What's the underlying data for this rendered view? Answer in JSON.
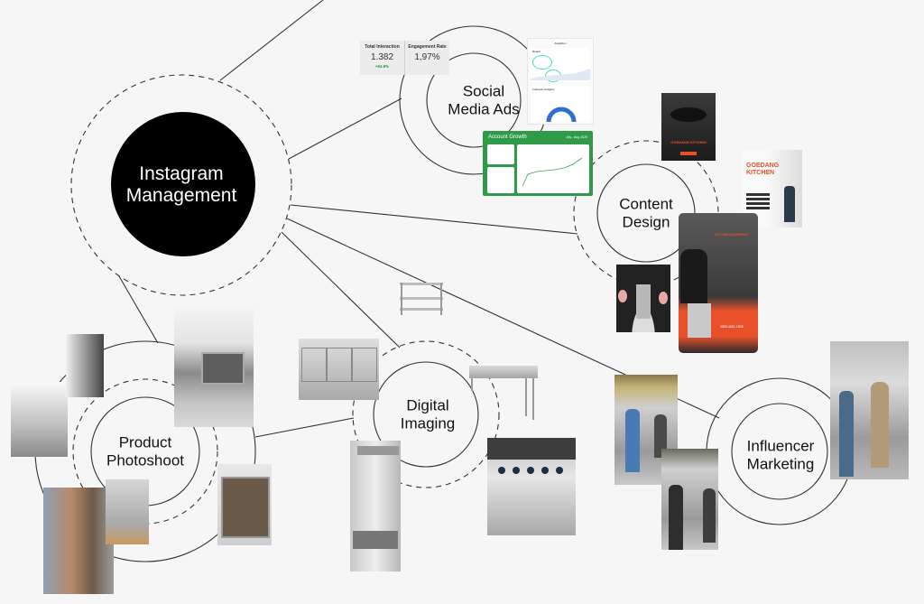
{
  "diagram": {
    "title": "Instagram Management",
    "center_node": {
      "label_lines": [
        "Instagram",
        "Management"
      ],
      "style": "filled-black",
      "text_color": "#ffffff",
      "fill_color": "#000000"
    },
    "nodes": [
      {
        "id": "social-media-ads",
        "label_lines": [
          "Social",
          "Media Ads"
        ]
      },
      {
        "id": "content-design",
        "label_lines": [
          "Content",
          "Design"
        ]
      },
      {
        "id": "digital-imaging",
        "label_lines": [
          "Digital",
          "Imaging"
        ]
      },
      {
        "id": "influencer-marketing",
        "label_lines": [
          "Influencer",
          "Marketing"
        ]
      },
      {
        "id": "product-photoshoot",
        "label_lines": [
          "Product",
          "Photoshoot"
        ]
      }
    ],
    "edges": [
      {
        "from": "instagram-management",
        "to": "social-media-ads"
      },
      {
        "from": "instagram-management",
        "to": "content-design"
      },
      {
        "from": "instagram-management",
        "to": "digital-imaging"
      },
      {
        "from": "instagram-management",
        "to": "influencer-marketing"
      },
      {
        "from": "instagram-management",
        "to": "product-photoshoot"
      },
      {
        "from": "product-photoshoot",
        "to": "digital-imaging"
      }
    ]
  },
  "social_media_ads": {
    "stats_card": {
      "total_interaction_label": "Total Interaction",
      "total_interaction_value": "1.382",
      "total_interaction_delta": "+84.8%",
      "engagement_rate_label": "Engagement Rate",
      "engagement_rate_value": "1,97%"
    },
    "analytics_card": {
      "title": "Analytics",
      "section_1": "Reach",
      "section_2": "Follower Insights"
    },
    "account_growth_card": {
      "title": "Account Growth",
      "date_range": "July - Aug 2025",
      "accent_color": "#2f9a48"
    }
  },
  "content_design": {
    "posters": [
      {
        "brand": "GOEDANG KITCHEN",
        "type": "poster-wok"
      },
      {
        "brand": "GOEDANG KITCHEN",
        "type": "poster-brand"
      },
      {
        "brand": "",
        "type": "poster-kitchen-equipment",
        "headline": "KITCHEN EQUIPMENT",
        "phone": "0855-4651-1898"
      },
      {
        "brand": "",
        "type": "poster-ice-cream"
      }
    ],
    "brand_color": "#e8502a"
  },
  "digital_imaging": {
    "products": [
      "saladette-chiller",
      "work-table",
      "sink-table",
      "chip-dump-station",
      "gas-range-oven"
    ]
  },
  "product_photoshoot": {
    "photos": [
      "kitchen-showroom",
      "ice-cream-machine",
      "microwave-kitchen",
      "dishwasher",
      "undercounter-drawer",
      "holding-cabinet"
    ]
  },
  "influencer_marketing": {
    "photos": [
      "influencer-warehouse-1",
      "influencer-warehouse-2",
      "influencer-interview"
    ]
  },
  "colors": {
    "background": "#f6f6f6",
    "line": "#222222"
  }
}
